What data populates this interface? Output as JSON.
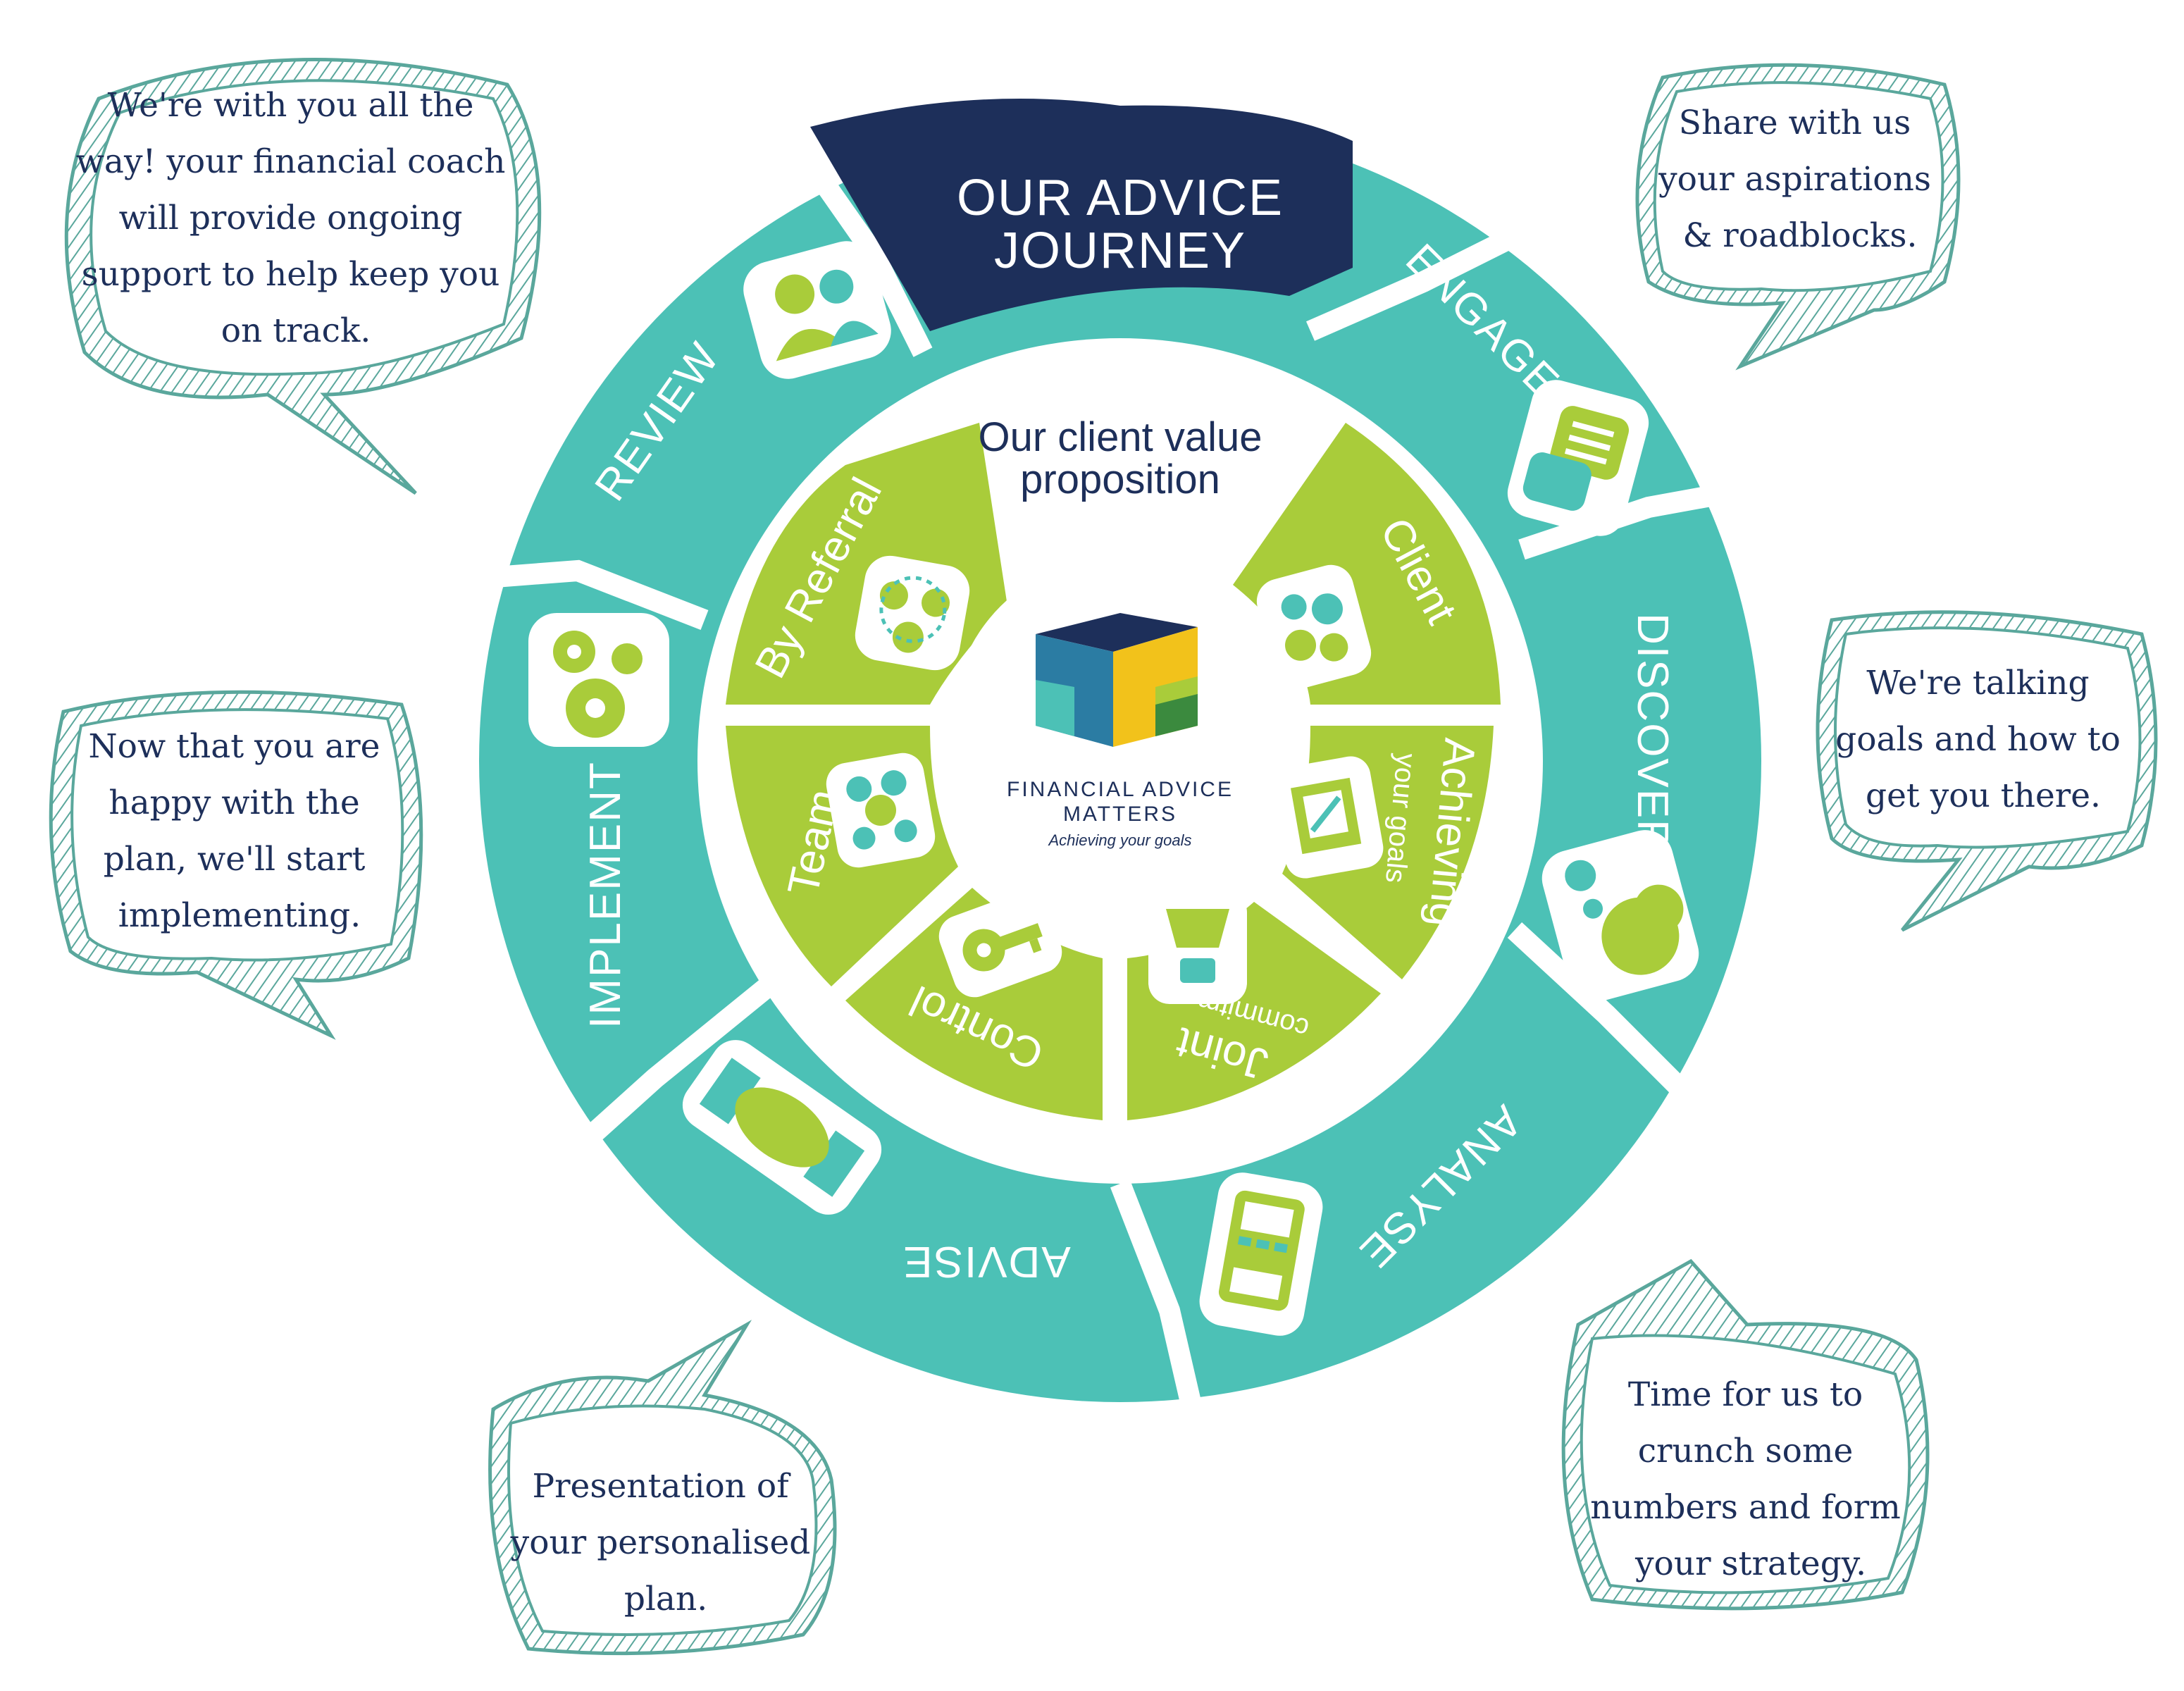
{
  "title": {
    "line1": "OUR ADVICE",
    "line2": "JOURNEY"
  },
  "center": {
    "heading_line1": "Our client value",
    "heading_line2": "proposition",
    "logo_line1": "FINANCIAL ADVICE",
    "logo_line2": "MATTERS",
    "logo_tagline": "Achieving your goals"
  },
  "ring_steps": [
    {
      "label": "ENGAGE",
      "icon": "chat-bubbles-icon"
    },
    {
      "label": "DISCOVER",
      "icon": "thought-bubble-icon"
    },
    {
      "label": "ANALYSE",
      "icon": "calculator-icon"
    },
    {
      "label": "ADVISE",
      "icon": "handshake-icon"
    },
    {
      "label": "IMPLEMENT",
      "icon": "gears-icon"
    },
    {
      "label": "REVIEW",
      "icon": "people-icon"
    }
  ],
  "inner_segments": [
    {
      "label": "Client",
      "sub": "",
      "icon": "client-group-icon"
    },
    {
      "label": "Achieving",
      "sub": "your goals",
      "icon": "goals-chart-icon"
    },
    {
      "label": "Joint",
      "sub": "commitment",
      "icon": "joint-commitment-icon"
    },
    {
      "label": "Control",
      "sub": "",
      "icon": "key-icon"
    },
    {
      "label": "Team",
      "sub": "",
      "icon": "team-icon"
    },
    {
      "label": "By Referral",
      "sub": "",
      "icon": "referral-icon"
    }
  ],
  "bubbles": {
    "review": [
      "We're with you all the",
      "way! your financial coach",
      "will provide ongoing",
      "support to help keep you",
      "on track."
    ],
    "engage": [
      "Share with us",
      "your aspirations",
      "& roadblocks."
    ],
    "discover": [
      "We're talking",
      "goals and how to",
      "get you there."
    ],
    "implement": [
      "Now that you are",
      "happy with the",
      "plan, we'll start",
      "implementing."
    ],
    "advise": [
      "Presentation of",
      "your personalised",
      "plan."
    ],
    "analyse": [
      "Time for us to",
      "crunch some",
      "numbers and form",
      "your strategy."
    ]
  },
  "colors": {
    "teal": "#4cc1b6",
    "navy": "#1d2f5a",
    "lime": "#a9cc3a",
    "bubble_outline": "#5aa79c"
  }
}
